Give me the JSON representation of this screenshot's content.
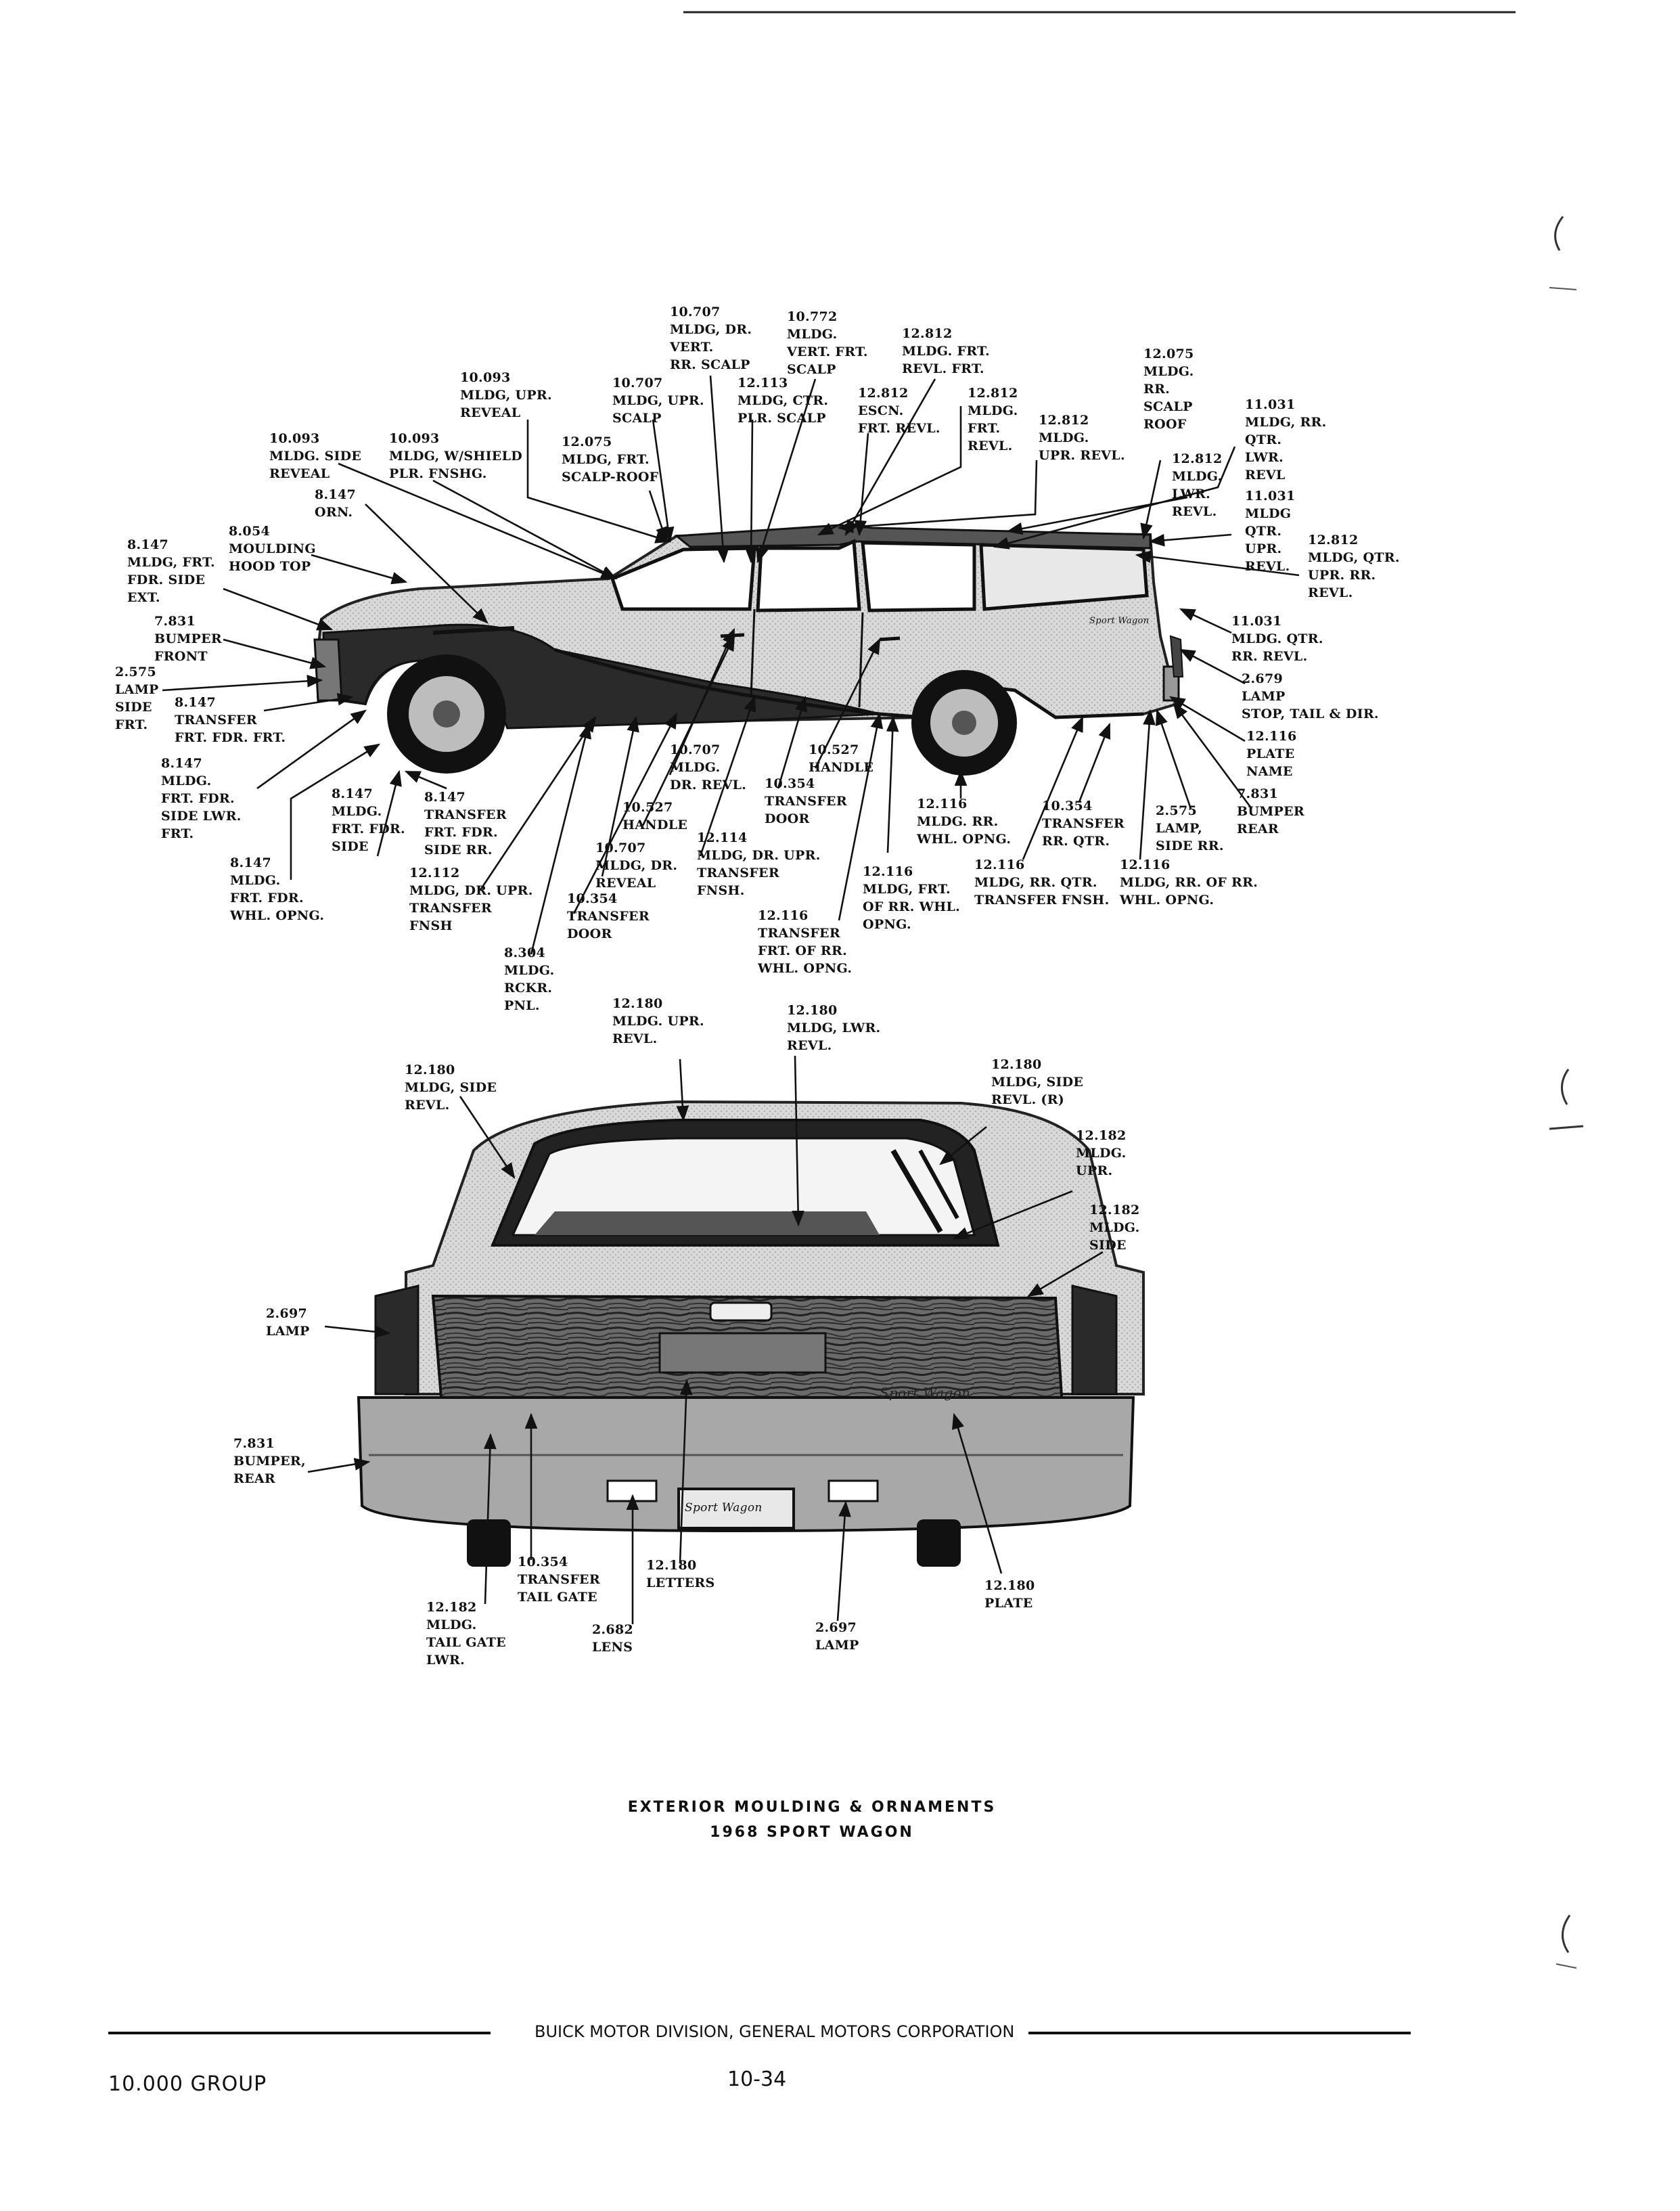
{
  "callouts": {
    "c1": "10.707\nMLDG, DR.\nVERT.\nRR. SCALP",
    "c2": "10.772\nMLDG.\nVERT. FRT.\nSCALP",
    "c3": "12.812\nMLDG. FRT.\nREVL. FRT.",
    "c4": "12.075\nMLDG.\nRR.\nSCALP\nROOF",
    "c5": "10.093\nMLDG, UPR.\nREVEAL",
    "c6": "10.707\nMLDG, UPR.\nSCALP",
    "c7": "12.113\nMLDG, CTR.\nPLR. SCALP",
    "c8": "12.812\nESCN.\nFRT. REVL.",
    "c9": "12.812\nMLDG.\nFRT.\nREVL.",
    "c10": "12.812\nMLDG.\nUPR. REVL.",
    "c11": "11.031\nMLDG, RR.\nQTR.\nLWR.\nREVL",
    "c12": "10.093\nMLDG. SIDE\nREVEAL",
    "c13": "10.093\nMLDG, W/SHIELD\nPLR. FNSHG.",
    "c14": "12.075\nMLDG, FRT.\nSCALP-ROOF",
    "c15": "12.812\nMLDG.\nLWR.\nREVL.",
    "c16": "8.147\nORN.",
    "c17": "11.031\nMLDG\nQTR.\nUPR.\nREVL.",
    "c18": "12.812\nMLDG, QTR.\nUPR. RR.\nREVL.",
    "c19": "8.054\nMOULDING\nHOOD TOP",
    "c20": "8.147\nMLDG, FRT.\nFDR. SIDE\nEXT.",
    "c21": "7.831\nBUMPER\nFRONT",
    "c22": "11.031\nMLDG. QTR.\nRR. REVL.",
    "c23": "2.575\nLAMP\nSIDE\nFRT.",
    "c24": "8.147\nTRANSFER\nFRT. FDR. FRT.",
    "c25": "2.679\nLAMP\nSTOP, TAIL & DIR.",
    "c26": "12.116\nPLATE\nNAME",
    "c27": "8.147\nMLDG.\nFRT. FDR.\nSIDE LWR.\nFRT.",
    "c28": "10.707\nMLDG.\nDR. REVL.",
    "c29": "10.527\nHANDLE",
    "c30": "10.354\nTRANSFER\nDOOR",
    "c31": "8.147\nMLDG.\nFRT. FDR.\nSIDE",
    "c32": "8.147\nTRANSFER\nFRT. FDR.\nSIDE RR.",
    "c33": "10.527\nHANDLE",
    "c34": "12.116\nMLDG. RR.\nWHL. OPNG.",
    "c35": "10.354\nTRANSFER\nRR. QTR.",
    "c36": "2.575\nLAMP,\nSIDE RR.",
    "c37": "7.831\nBUMPER\nREAR",
    "c38": "12.114\nMLDG, DR. UPR.\nTRANSFER\nFNSH.",
    "c39": "8.147\nMLDG.\nFRT. FDR.\nWHL. OPNG.",
    "c40": "10.707\nMLDG, DR.\nREVEAL",
    "c41": "12.112\nMLDG, DR. UPR.\nTRANSFER\nFNSH",
    "c42": "12.116\nMLDG, FRT.\nOF RR. WHL.\nOPNG.",
    "c43": "12.116\nMLDG, RR. QTR.\nTRANSFER FNSH.",
    "c44": "12.116\nMLDG, RR. OF RR.\nWHL. OPNG.",
    "c45": "10.354\nTRANSFER\nDOOR",
    "c46": "12.116\nTRANSFER\nFRT. OF RR.\nWHL. OPNG.",
    "c47": "8.304\nMLDG.\nRCKR.\nPNL.",
    "r1": "12.180\nMLDG. UPR.\nREVL.",
    "r2": "12.180\nMLDG, LWR.\nREVL.",
    "r3": "12.180\nMLDG, SIDE\nREVL.",
    "r4": "12.180\nMLDG, SIDE\nREVL. (R)",
    "r5": "12.182\nMLDG.\nUPR.",
    "r6": "12.182\nMLDG.\nSIDE",
    "r7": "2.697\nLAMP",
    "r8": "7.831\nBUMPER,\nREAR",
    "r9": "10.354\nTRANSFER\nTAIL GATE",
    "r10": "12.180\nLETTERS",
    "r11": "12.180\nPLATE",
    "r12": "12.182\nMLDG.\nTAIL GATE\nLWR.",
    "r13": "2.682\nLENS",
    "r14": "2.697\nLAMP"
  },
  "badges": {
    "script_side": "Sport Wagon",
    "script_gate": "Sport Wagon",
    "plate": "Sport Wagon"
  },
  "caption": {
    "line1": "EXTERIOR MOULDING & ORNAMENTS",
    "line2": "1968 SPORT WAGON"
  },
  "footer": {
    "division": "BUICK MOTOR DIVISION, GENERAL MOTORS CORPORATION",
    "group": "10.000 GROUP",
    "page_number": "10-34"
  }
}
